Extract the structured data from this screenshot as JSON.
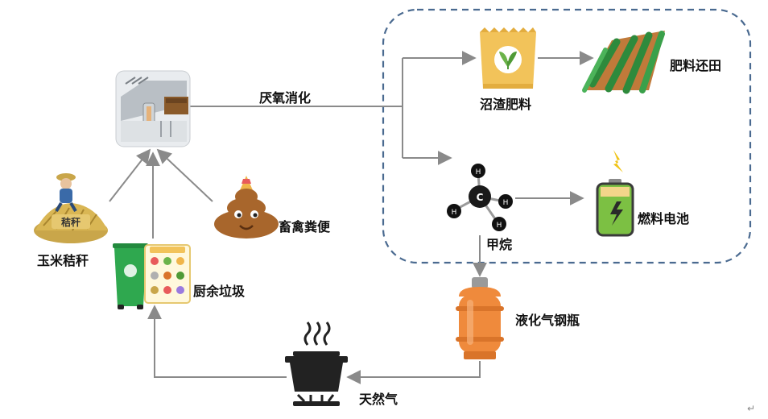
{
  "labels": {
    "digestion": "厌氧消化",
    "digestate": "沼渣肥料",
    "field": "肥料还田",
    "methane": "甲烷",
    "fuel_cell": "燃料电池",
    "lpg": "液化气钢瓶",
    "natural_gas": "天然气",
    "manure": "畜禽粪便",
    "straw": "玉米秸秆",
    "straw_tag": "秸秆",
    "kitchen": "厨余垃圾",
    "methane_atom_c": "C",
    "methane_atom_h": "H",
    "corner_mark": "↵"
  },
  "colors": {
    "arrow": "#8a8a8a",
    "dashed_box": "#4a6a90",
    "bag": "#f2c35a",
    "lpg": "#ef8a3c",
    "battery": "#7cc043",
    "manure": "#a8662c",
    "bin": "#2fa84f"
  },
  "icons": {
    "digester": "biogas-plant-icon",
    "bag": "fertilizer-bag-icon",
    "field": "crop-field-icon",
    "methane": "methane-molecule-icon",
    "battery": "fuel-cell-battery-icon",
    "lpg": "gas-cylinder-icon",
    "pot": "cooking-pot-icon",
    "manure": "manure-icon",
    "straw": "straw-farmer-icon",
    "bin": "kitchen-waste-bin-icon"
  }
}
